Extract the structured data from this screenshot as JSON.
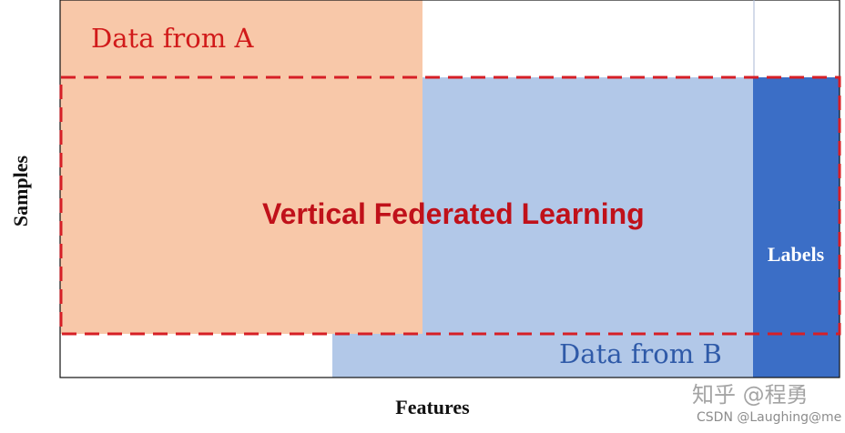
{
  "diagram": {
    "region_a_label": "Data from A",
    "region_b_label": "Data from B",
    "overlap_label": "Vertical Federated Learning",
    "labels_column_label": "Labels",
    "x_axis_label": "Features",
    "y_axis_label": "Samples"
  },
  "watermark": {
    "main": "知乎 @程勇",
    "sub": "CSDN @Laughing@me"
  },
  "colors": {
    "data_a_fill": "#f8c8a9",
    "data_b_fill": "#b2c8e8",
    "labels_fill": "#3b6ec6",
    "vfl_boundary": "#d61f26"
  }
}
